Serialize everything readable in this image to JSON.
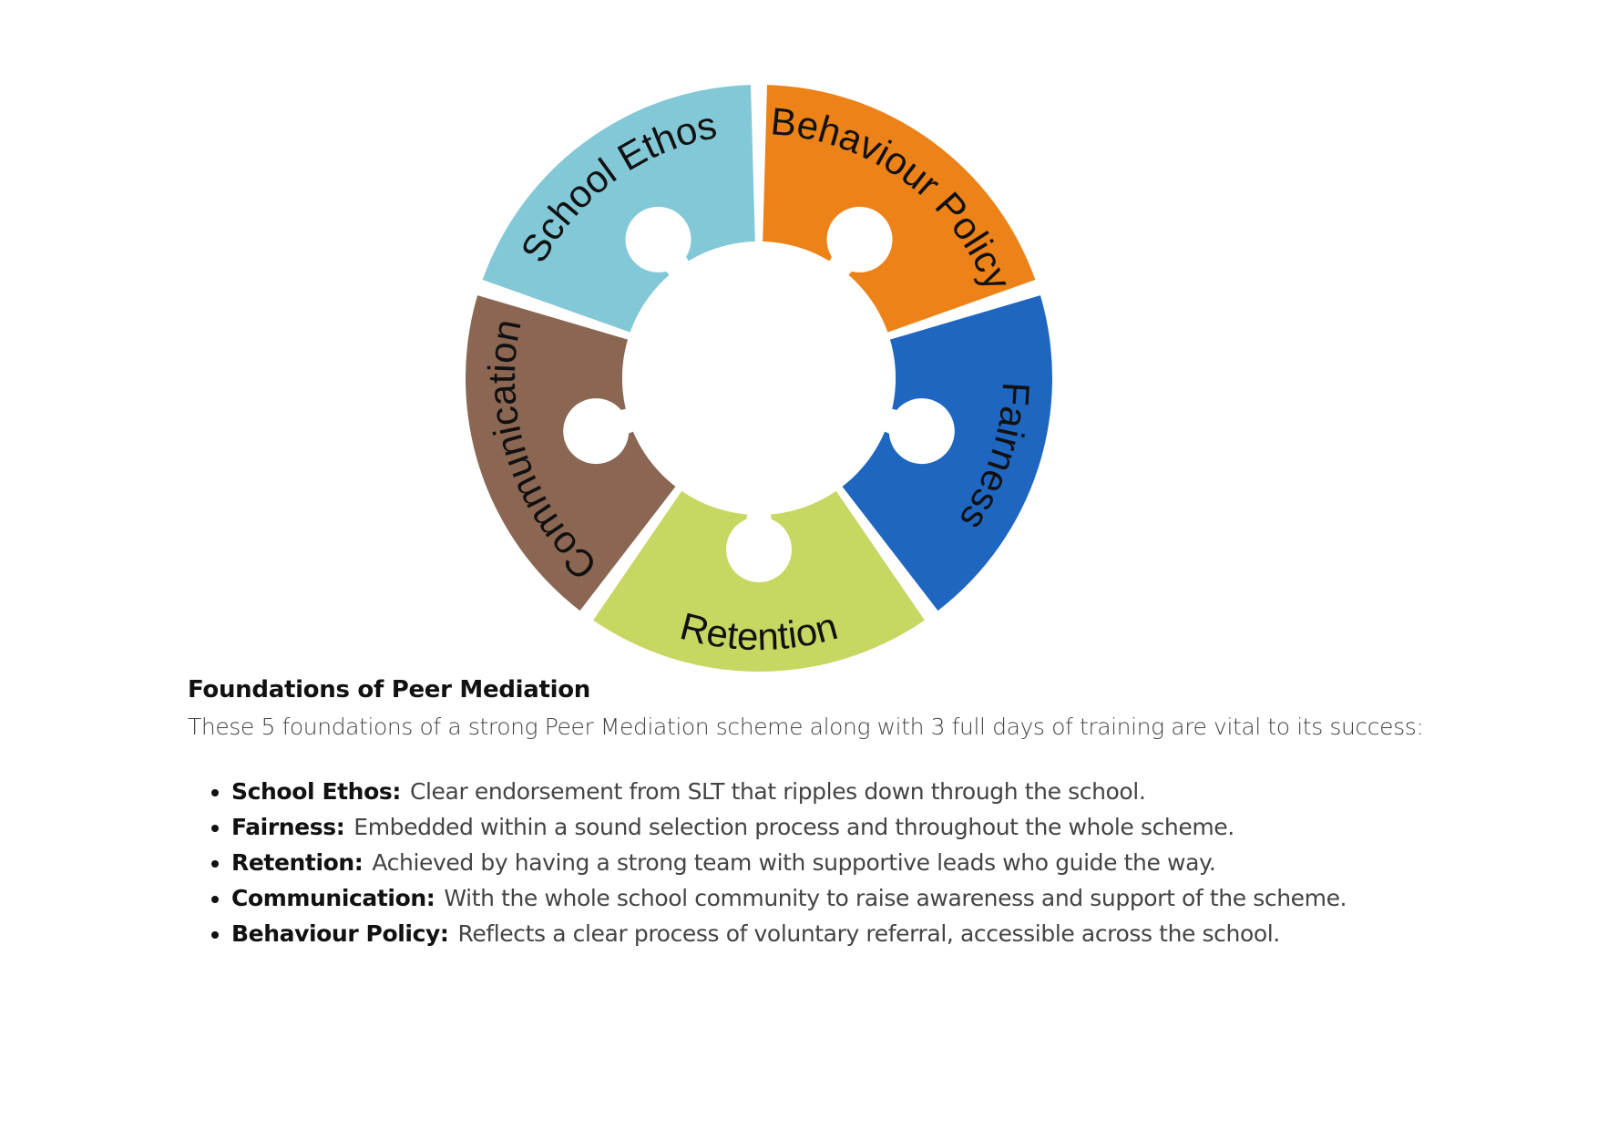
{
  "diagram": {
    "segments": [
      {
        "label": "Behaviour Policy",
        "color": "#EC8218"
      },
      {
        "label": "Fairness",
        "color": "#1F66C0"
      },
      {
        "label": "Retention",
        "color": "#C8D662"
      },
      {
        "label": "Communication",
        "color": "#8B6652"
      },
      {
        "label": "School Ethos",
        "color": "#82C8D6"
      }
    ]
  },
  "caption": {
    "title": "Foundations of Peer Mediation",
    "intro": "These 5 foundations of a strong Peer Mediation scheme along with 3 full days of training are vital to its success:",
    "items": [
      {
        "term": "School Ethos:",
        "text": "Clear endorsement from SLT that ripples down through the school."
      },
      {
        "term": "Fairness:",
        "text": "Embedded within a sound selection process and throughout the whole scheme."
      },
      {
        "term": "Retention:",
        "text": "Achieved by having a strong team with supportive leads who guide the way."
      },
      {
        "term": "Communication:",
        "text": "With the whole school community to raise awareness and support of the scheme."
      },
      {
        "term": "Behaviour Policy:",
        "text": "Reflects a clear process of voluntary referral, accessible across the school."
      }
    ]
  }
}
